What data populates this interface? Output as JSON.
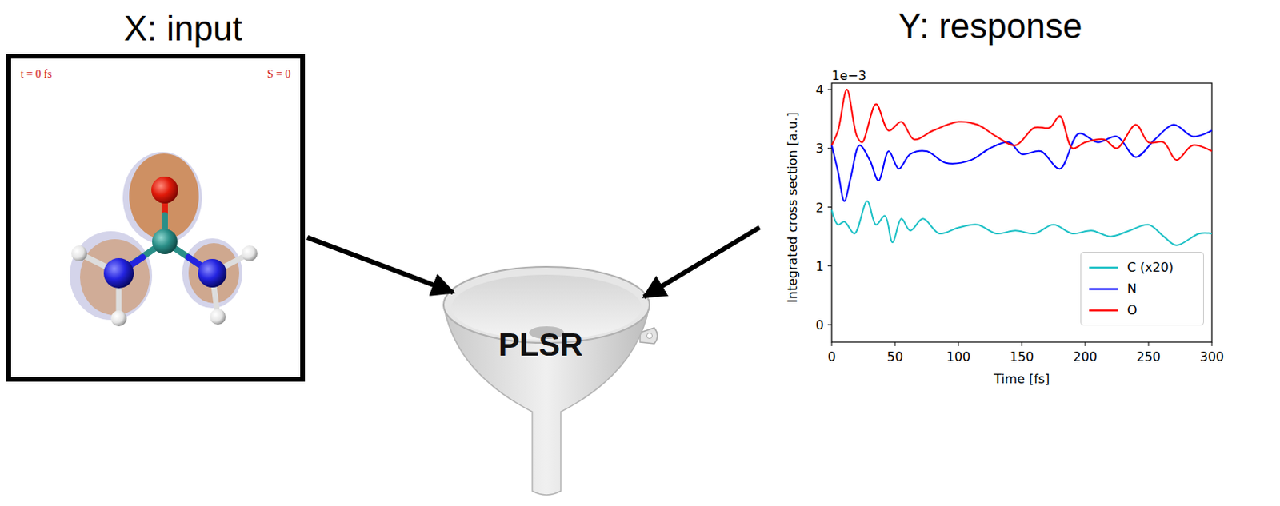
{
  "diagram": {
    "nodes": [
      {
        "text": [
          "X: input",
          "t = 0 fs",
          "S = 0"
        ]
      },
      {
        "text": [
          "PLSR"
        ]
      },
      {
        "text": [
          "Y: response"
        ]
      }
    ],
    "edges": [
      {
        "from": 0,
        "to": 1,
        "arrow": "to"
      },
      {
        "from": 2,
        "to": 1,
        "arrow": "to"
      }
    ],
    "labels": [
      "1e−3",
      "4",
      "3",
      "2",
      "1",
      "0",
      "0",
      "50",
      "100",
      "150",
      "200",
      "250",
      "300",
      "Integrated cross section [a.u.]",
      "Time [fs]"
    ],
    "legend": [
      {
        "text": "C (x20)"
      },
      {
        "text": "N"
      },
      {
        "text": "O"
      }
    ]
  }
}
